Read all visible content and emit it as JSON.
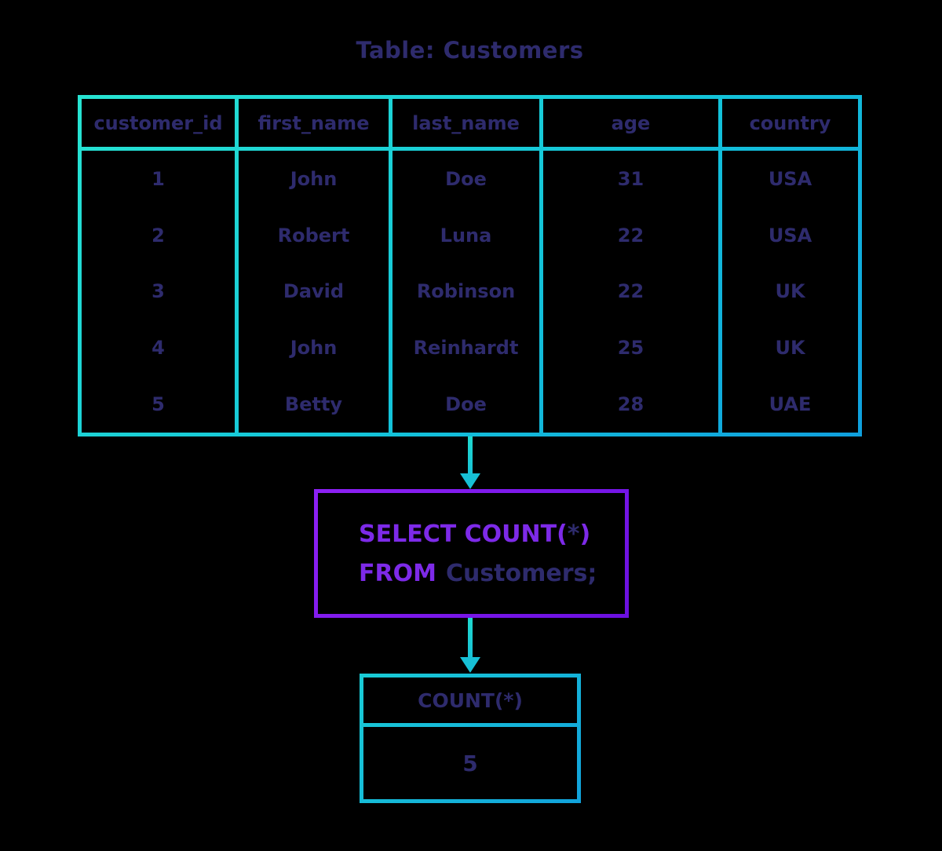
{
  "title": "Table: Customers",
  "colors": {
    "background": "#000000",
    "cyan_accent": "#1fd2d6",
    "cyan_deep": "#109fdd",
    "purple_accent": "#7d2ae8",
    "navy_text": "#2e2b6d"
  },
  "table": {
    "name": "Customers",
    "columns": [
      "customer_id",
      "first_name",
      "last_name",
      "age",
      "country"
    ],
    "rows": [
      [
        "1",
        "John",
        "Doe",
        "31",
        "USA"
      ],
      [
        "2",
        "Robert",
        "Luna",
        "22",
        "USA"
      ],
      [
        "3",
        "David",
        "Robinson",
        "22",
        "UK"
      ],
      [
        "4",
        "John",
        "Reinhardt",
        "25",
        "UK"
      ],
      [
        "5",
        "Betty",
        "Doe",
        "28",
        "UAE"
      ]
    ]
  },
  "query": {
    "select_keyword": "SELECT COUNT(",
    "star": "*",
    "close_paren": ")",
    "from_keyword": "FROM",
    "table_ref": "Customers;"
  },
  "result": {
    "header": "COUNT(*)",
    "value": "5"
  }
}
